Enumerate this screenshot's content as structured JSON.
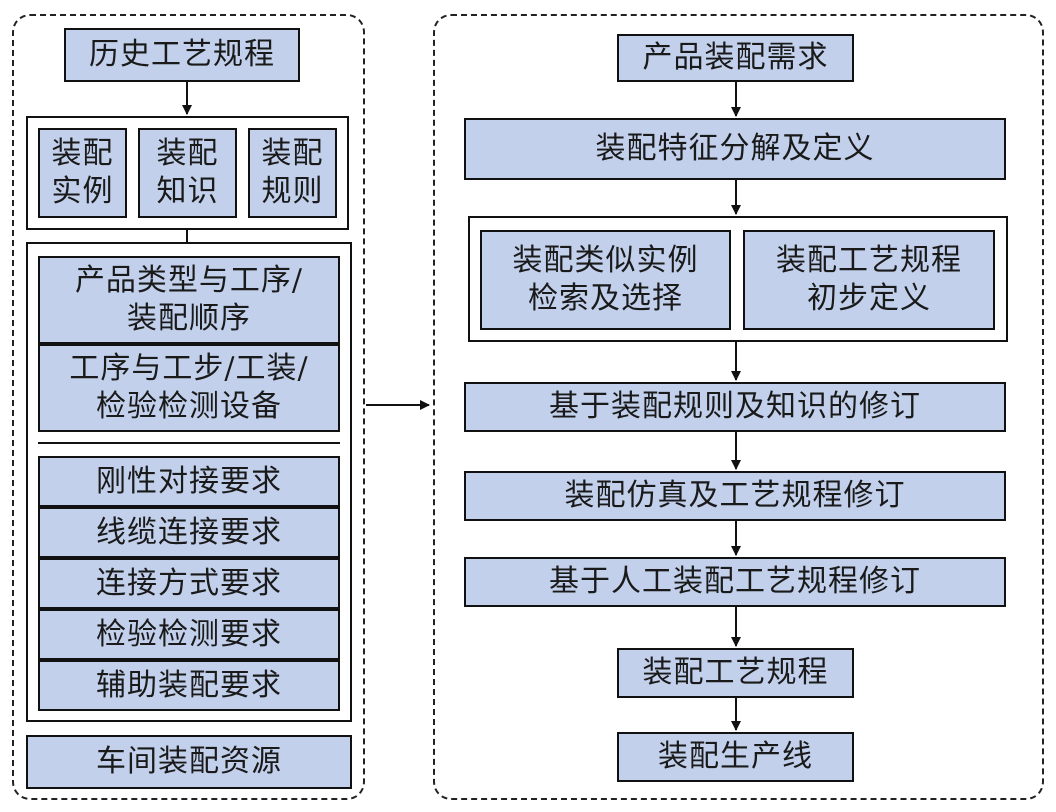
{
  "left": {
    "history": "历史工艺规程",
    "assembly_example": "装配\n实例",
    "assembly_knowledge": "装配\n知识",
    "assembly_rules": "装配\n规则",
    "product_type_process": "产品类型与工序/\n装配顺序",
    "process_step_equipment": "工序与工步/工装/\n检验检测设备",
    "requirements": [
      "刚性对接要求",
      "线缆连接要求",
      "连接方式要求",
      "检验检测要求",
      "辅助装配要求"
    ],
    "workshop_resources": "车间装配资源"
  },
  "right": {
    "product_demand": "产品装配需求",
    "feature_decomposition": "装配特征分解及定义",
    "similar_case_retrieval": "装配类似实例\n检索及选择",
    "preliminary_definition": "装配工艺规程\n初步定义",
    "rule_revision": "基于装配规则及知识的修订",
    "simulation_revision": "装配仿真及工艺规程修订",
    "manual_revision": "基于人工装配工艺规程修订",
    "process_spec": "装配工艺规程",
    "production_line": "装配生产线"
  },
  "colors": {
    "box_fill": "#c2d0ec",
    "stroke": "#111111"
  }
}
